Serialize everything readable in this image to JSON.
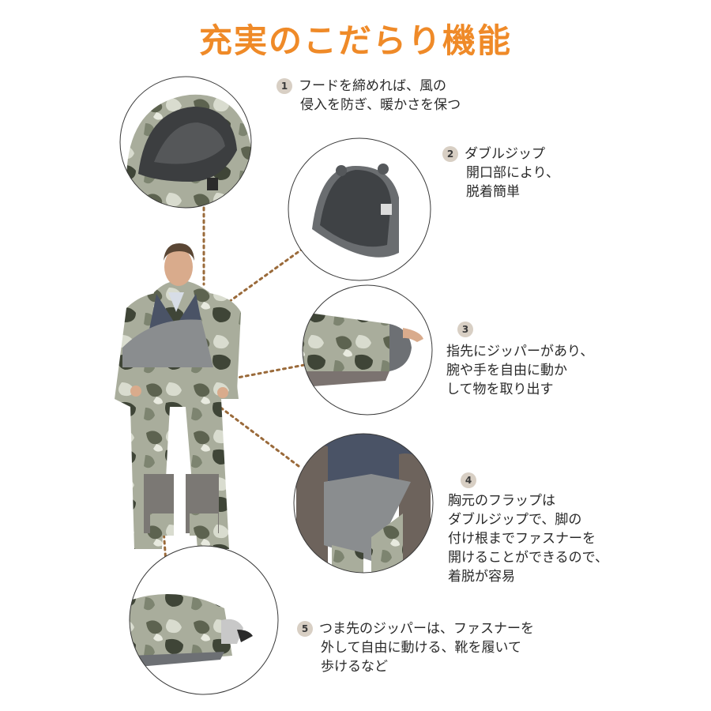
{
  "title": "充実のこだらり機能",
  "features": [
    {
      "num": "1",
      "lines": [
        "フードを締めれば、風の",
        "侵入を防ぎ、暖かさを保つ"
      ]
    },
    {
      "num": "2",
      "lines": [
        "ダブルジップ",
        "開口部により、",
        "脱着簡単"
      ]
    },
    {
      "num": "3",
      "lines": [
        "指先にジッパーがあり、",
        "腕や手を自由に動か",
        "して物を取り出す"
      ]
    },
    {
      "num": "4",
      "lines": [
        "胸元のフラップは",
        "ダブルジップで、脚の",
        "付け根までファスナーを",
        "開けることができるので、",
        "着脱が容易"
      ]
    },
    {
      "num": "5",
      "lines": [
        "つま先のジッパーは、ファスナーを",
        "外して自由に動ける、靴を履いて",
        "歩けるなど"
      ]
    }
  ],
  "colors": {
    "title": "#ef8a28",
    "leader": "#9a6a3a",
    "badge": "#d8cfc4",
    "camo_dark": "#5d6350",
    "camo_light": "#b9bfae",
    "fabric_grey": "#8a8d8f"
  },
  "icons": [
    "person-wearing-sleeping-bag",
    "hood-detail",
    "zip-opening-detail",
    "finger-zipper-detail",
    "chest-flap-detail",
    "toe-zipper-detail"
  ]
}
